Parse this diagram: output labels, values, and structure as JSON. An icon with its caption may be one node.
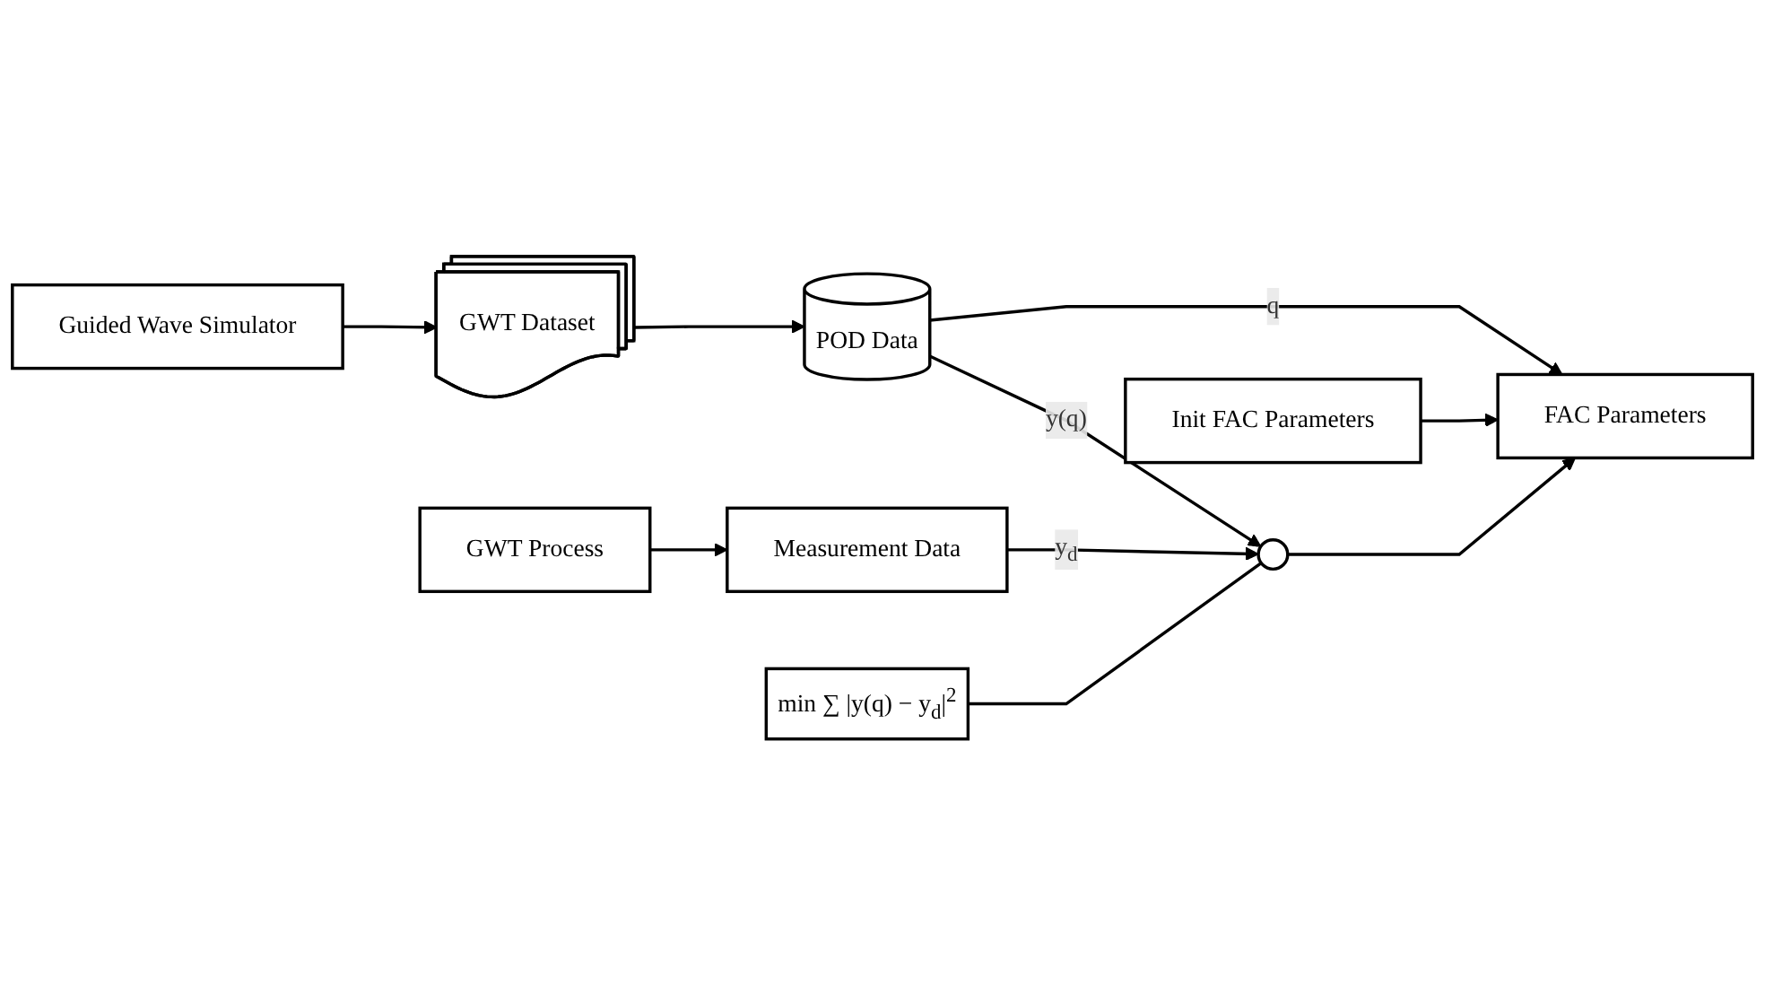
{
  "diagram": {
    "nodes": [
      {
        "text": [
          "Guided Wave Simulator"
        ]
      },
      {
        "text": [
          "GWT Dataset"
        ]
      },
      {
        "text": [
          "POD Data"
        ]
      },
      {
        "text": [
          "Init FAC Parameters"
        ]
      },
      {
        "text": [
          "FAC Parameters"
        ]
      },
      {
        "text": [],
        "shape": "circle"
      },
      {
        "text": [
          "GWT Process"
        ]
      },
      {
        "text": [
          "Measurement Data"
        ]
      },
      {
        "text": [
          "min ∑ |y(q) − y$_{d}$|$^{2}$"
        ]
      }
    ],
    "edges": [
      {
        "from": 0,
        "to": 1,
        "arrow": "to"
      },
      {
        "from": 1,
        "to": 2,
        "arrow": "to"
      },
      {
        "from": 2,
        "to": 5,
        "arrow": "to",
        "label": "y(q)"
      },
      {
        "from": 2,
        "to": 4,
        "arrow": "to",
        "label": "q"
      },
      {
        "from": 3,
        "to": 4,
        "arrow": "to"
      },
      {
        "from": 5,
        "to": 4,
        "arrow": "to"
      },
      {
        "from": 6,
        "to": 7,
        "arrow": "to"
      },
      {
        "from": 7,
        "to": 5,
        "arrow": "to",
        "label": "y$_{d}$"
      },
      {
        "from": 8,
        "to": 5,
        "arrow": "none"
      }
    ]
  }
}
